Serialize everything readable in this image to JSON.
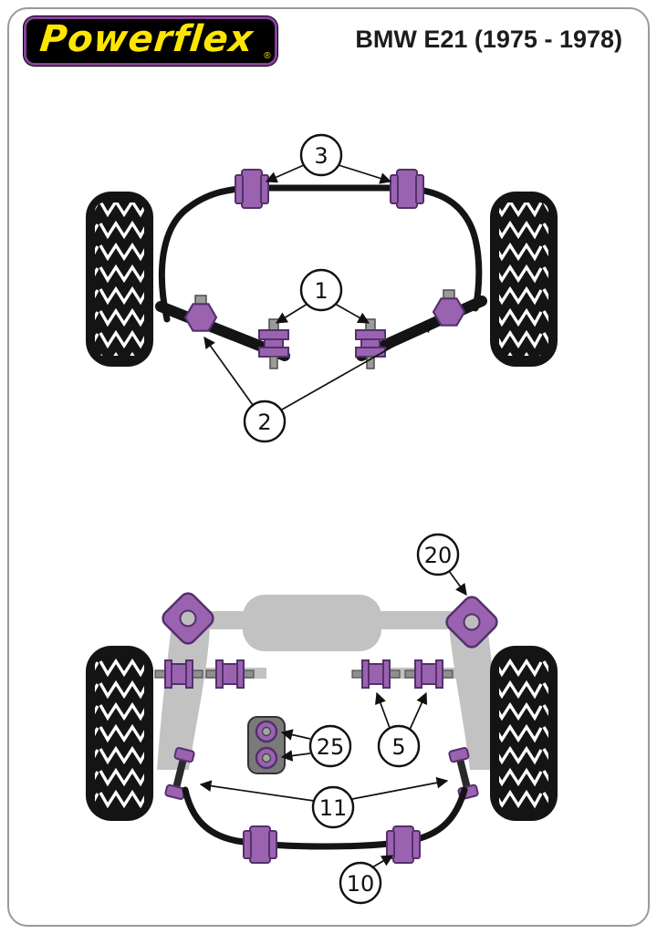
{
  "header": {
    "logo_text": "Powerflex",
    "registered_mark": "®",
    "title": "BMW E21 (1975 - 1978)"
  },
  "callouts": {
    "front_arb_bush": "3",
    "front_tierod_bush": "1",
    "front_arb_end": "2",
    "rear_subframe_mount": "20",
    "rear_mount_pair": "25",
    "rear_beam_bush": "5",
    "rear_link_bush": "11",
    "rear_arb_bush": "10"
  },
  "colors": {
    "bush_purple": "#9a63b0",
    "bush_outline": "#55306b",
    "logo_yellow": "#ffe600",
    "logo_purple": "#8a3f9e",
    "frame_gray": "#9a9a9a",
    "subframe_gray": "#c2c2c2"
  }
}
